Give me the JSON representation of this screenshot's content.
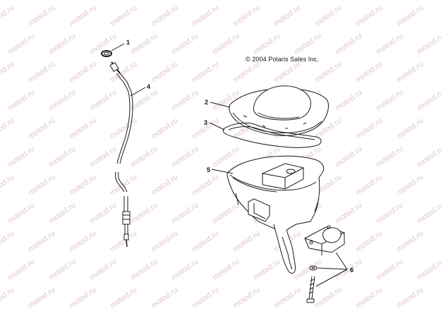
{
  "copyright": "© 2004 Polaris Sales Inc.",
  "watermark": "motod.ru",
  "callouts": [
    "1",
    "2",
    "3",
    "4",
    "5",
    "6"
  ],
  "parts": [
    {
      "id": "1",
      "icon": "o-ring-icon"
    },
    {
      "id": "2",
      "icon": "tank-cover-icon"
    },
    {
      "id": "3",
      "icon": "gasket-icon"
    },
    {
      "id": "4",
      "icon": "cable-icon"
    },
    {
      "id": "5",
      "icon": "housing-icon"
    },
    {
      "id": "6",
      "icon": "bracket-screw-icon"
    }
  ],
  "colors": {
    "line": "#1a1a1a",
    "watermark": "#e2c7c7",
    "background": "#ffffff"
  }
}
